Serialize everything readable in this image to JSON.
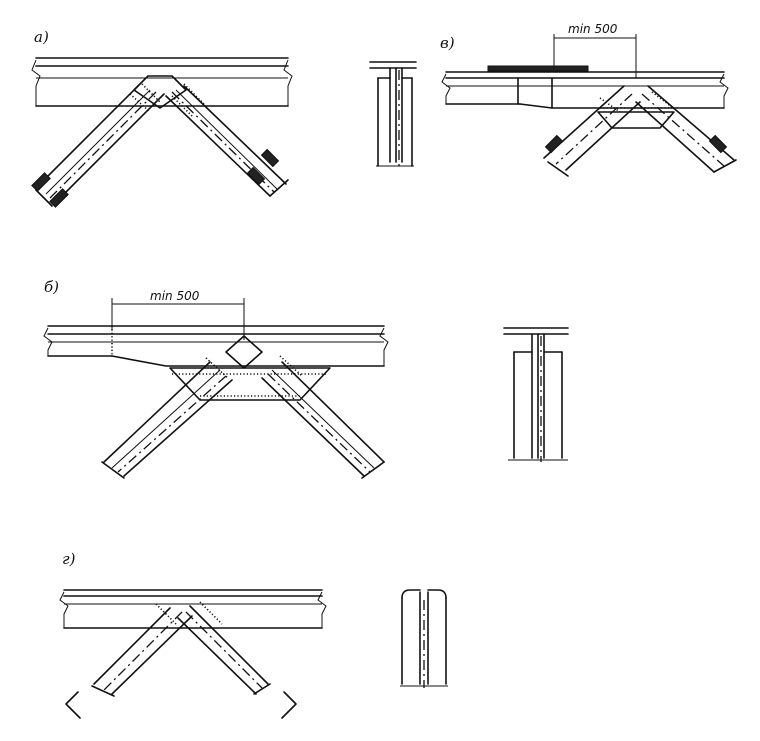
{
  "panels": {
    "a": {
      "label": "а)"
    },
    "b": {
      "label": "б)",
      "dimension": "min 500"
    },
    "v": {
      "label": "в)",
      "dimension": "min 500"
    },
    "g": {
      "label": "г)"
    }
  }
}
